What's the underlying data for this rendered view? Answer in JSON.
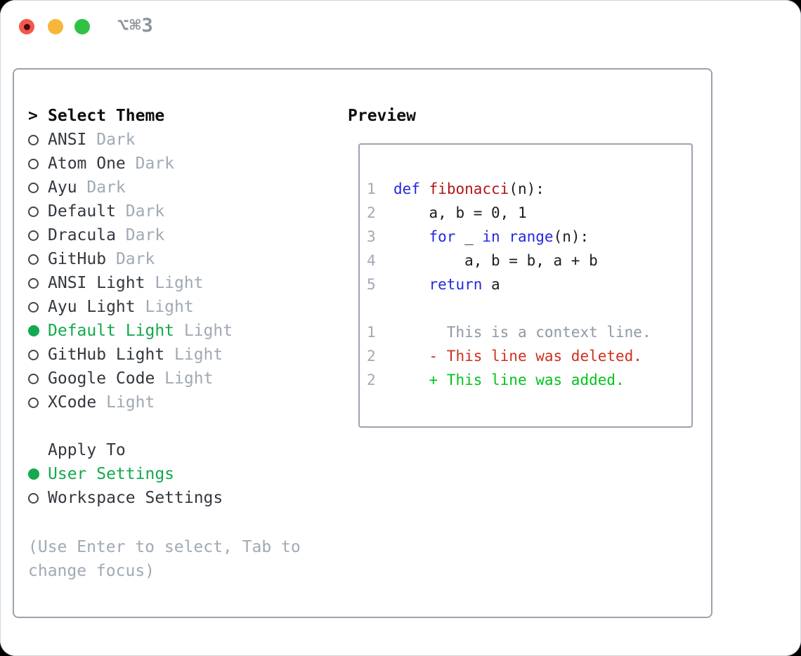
{
  "window": {
    "shortcut_label": "⌥⌘3"
  },
  "theme_list": {
    "header_prefix": ">",
    "header_label": "Select Theme",
    "items": [
      {
        "name": "ANSI",
        "variant": "Dark",
        "selected": false
      },
      {
        "name": "Atom One",
        "variant": "Dark",
        "selected": false
      },
      {
        "name": "Ayu",
        "variant": "Dark",
        "selected": false
      },
      {
        "name": "Default",
        "variant": "Dark",
        "selected": false
      },
      {
        "name": "Dracula",
        "variant": "Dark",
        "selected": false
      },
      {
        "name": "GitHub",
        "variant": "Dark",
        "selected": false
      },
      {
        "name": "ANSI Light",
        "variant": "Light",
        "selected": false
      },
      {
        "name": "Ayu Light",
        "variant": "Light",
        "selected": false
      },
      {
        "name": "Default Light",
        "variant": "Light",
        "selected": true
      },
      {
        "name": "GitHub Light",
        "variant": "Light",
        "selected": false
      },
      {
        "name": "Google Code",
        "variant": "Light",
        "selected": false
      },
      {
        "name": "XCode",
        "variant": "Light",
        "selected": false
      }
    ]
  },
  "apply_to": {
    "header_label": "Apply To",
    "options": [
      {
        "label": "User Settings",
        "selected": true
      },
      {
        "label": "Workspace Settings",
        "selected": false
      }
    ]
  },
  "hint_text": "(Use Enter to select, Tab to change focus)",
  "preview": {
    "title": "Preview",
    "code_lines": [
      {
        "num": "1",
        "segments": [
          {
            "t": "1  ",
            "c": "num"
          },
          {
            "t": "def",
            "c": "kw"
          },
          {
            "t": " ",
            "c": "pl"
          },
          {
            "t": "fibonacci",
            "c": "fn"
          },
          {
            "t": "(n):",
            "c": "pl"
          }
        ]
      },
      {
        "num": "2",
        "segments": [
          {
            "t": "2  ",
            "c": "num"
          },
          {
            "t": "    a, b = 0, 1",
            "c": "pl"
          }
        ]
      },
      {
        "num": "3",
        "segments": [
          {
            "t": "3  ",
            "c": "num"
          },
          {
            "t": "    ",
            "c": "pl"
          },
          {
            "t": "for",
            "c": "kw"
          },
          {
            "t": " _ ",
            "c": "pl"
          },
          {
            "t": "in",
            "c": "kw"
          },
          {
            "t": " ",
            "c": "pl"
          },
          {
            "t": "range",
            "c": "kw"
          },
          {
            "t": "(n):",
            "c": "pl"
          }
        ]
      },
      {
        "num": "4",
        "segments": [
          {
            "t": "4  ",
            "c": "num"
          },
          {
            "t": "        a, b = b, a + b",
            "c": "pl"
          }
        ]
      },
      {
        "num": "5",
        "segments": [
          {
            "t": "5  ",
            "c": "num"
          },
          {
            "t": "    ",
            "c": "pl"
          },
          {
            "t": "return",
            "c": "kw"
          },
          {
            "t": " a",
            "c": "pl"
          }
        ]
      }
    ],
    "diff_lines": [
      {
        "num": "1",
        "segments": [
          {
            "t": "1  ",
            "c": "num"
          },
          {
            "t": "      This is a context line.",
            "c": "ctx"
          }
        ]
      },
      {
        "num": "2",
        "segments": [
          {
            "t": "2  ",
            "c": "num"
          },
          {
            "t": "    ",
            "c": "pl"
          },
          {
            "t": "- This line was deleted.",
            "c": "del"
          }
        ]
      },
      {
        "num": "2",
        "segments": [
          {
            "t": "2  ",
            "c": "num"
          },
          {
            "t": "    ",
            "c": "pl"
          },
          {
            "t": "+ This line was added.",
            "c": "add"
          }
        ]
      }
    ]
  },
  "colors": {
    "accent-green": "#13a94c",
    "diff-added": "#00c31d",
    "diff-deleted": "#d02f1d",
    "keyword-blue": "#2328e0",
    "function-red": "#b01717",
    "code-plain": "#1b1d1f",
    "muted-gray": "#a0a9b4",
    "context-gray": "#8f98a2",
    "item-dark": "#33383f",
    "heading-dark": "#0c0e10",
    "panel-border": "#9aa3ae",
    "ring-gray": "#3f464f",
    "shortcut-gray": "#8d939b",
    "light-red": "#f2574d",
    "light-red-dot": "#4a0707",
    "light-yellow": "#f6b73c",
    "light-green": "#30c144"
  }
}
